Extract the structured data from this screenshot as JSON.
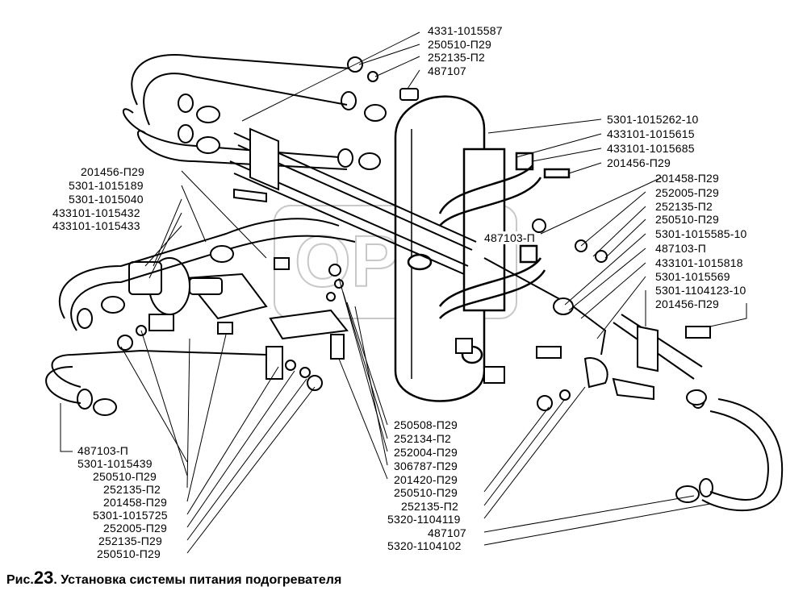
{
  "figure": {
    "caption_prefix": "Рис.",
    "caption_number": "23",
    "caption_title": ". Установка системы питания подогревателя"
  },
  "watermark": {
    "text": "OPEX"
  },
  "labels_top": [
    "4331-1015587",
    "250510-П29",
    "252135-П2",
    "487107"
  ],
  "labels_right": [
    "5301-1015262-10",
    "433101-1015615",
    "433101-1015685",
    "201456-П29",
    "201458-П29",
    "252005-П29",
    "252135-П2",
    "250510-П29",
    "5301-1015585-10",
    "487103-П",
    "433101-1015818",
    "5301-1015569",
    "5301-1104123-10",
    "201456-П29"
  ],
  "label_center": "487103-П",
  "labels_left": [
    "201456-П29",
    "5301-1015189",
    "5301-1015040",
    "433101-1015432",
    "433101-1015433"
  ],
  "labels_bottom_left": [
    "487103-П",
    "5301-1015439",
    "250510-П29",
    "252135-П2",
    "201458-П29",
    "5301-1015725",
    "252005-П29",
    "252135-П29",
    "250510-П29"
  ],
  "labels_bottom_right": [
    "250508-П29",
    "252134-П2",
    "252004-П29",
    "306787-П29",
    "201420-П29",
    "250510-П29",
    "252135-П2",
    "5320-1104119",
    "487107",
    "5320-1104102"
  ]
}
